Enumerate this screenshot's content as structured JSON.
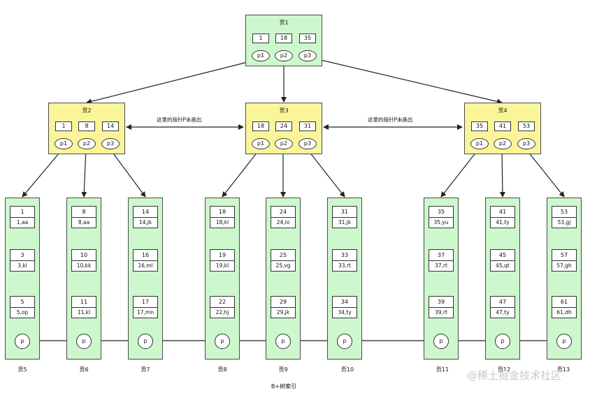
{
  "root": {
    "title": "页1",
    "keys": [
      "1",
      "18",
      "35"
    ],
    "pointers": [
      "p1",
      "p2",
      "p3"
    ]
  },
  "internals": [
    {
      "title": "页2",
      "keys": [
        "1",
        "8",
        "14"
      ],
      "pointers": [
        "p1",
        "p2",
        "p3"
      ]
    },
    {
      "title": "页3",
      "keys": [
        "18",
        "24",
        "31"
      ],
      "pointers": [
        "p1",
        "p2",
        "p3"
      ]
    },
    {
      "title": "页4",
      "keys": [
        "35",
        "41",
        "53"
      ],
      "pointers": [
        "p1",
        "p2",
        "p3"
      ]
    }
  ],
  "leaves": [
    {
      "label": "页5",
      "pointer": "p",
      "records": [
        {
          "key": "1",
          "value": "1,aa"
        },
        {
          "key": "3",
          "value": "3,kl"
        },
        {
          "key": "5",
          "value": "5,op"
        }
      ]
    },
    {
      "label": "页6",
      "pointer": "p",
      "records": [
        {
          "key": "8",
          "value": "8,aa"
        },
        {
          "key": "10",
          "value": "10,kk"
        },
        {
          "key": "11",
          "value": "11,kl"
        }
      ]
    },
    {
      "label": "页7",
      "pointer": "p",
      "records": [
        {
          "key": "14",
          "value": "14,jk"
        },
        {
          "key": "16",
          "value": "16,ml"
        },
        {
          "key": "17",
          "value": "17,mn"
        }
      ]
    },
    {
      "label": "页8",
      "pointer": "p",
      "records": [
        {
          "key": "18",
          "value": "18,kl"
        },
        {
          "key": "19",
          "value": "19,kl"
        },
        {
          "key": "22",
          "value": "22,hj"
        }
      ]
    },
    {
      "label": "页9",
      "pointer": "p",
      "records": [
        {
          "key": "24",
          "value": "24,io"
        },
        {
          "key": "25",
          "value": "25,vg"
        },
        {
          "key": "29",
          "value": "29,jk"
        }
      ]
    },
    {
      "label": "页10",
      "pointer": "p",
      "records": [
        {
          "key": "31",
          "value": "31,jk"
        },
        {
          "key": "33",
          "value": "33,rt"
        },
        {
          "key": "34",
          "value": "34,ty"
        }
      ]
    },
    {
      "label": "页11",
      "pointer": "p",
      "records": [
        {
          "key": "35",
          "value": "35,yu"
        },
        {
          "key": "37",
          "value": "37,rt"
        },
        {
          "key": "39",
          "value": "39,rt"
        }
      ]
    },
    {
      "label": "页12",
      "pointer": "p",
      "records": [
        {
          "key": "41",
          "value": "41,ty"
        },
        {
          "key": "45",
          "value": "45,qt"
        },
        {
          "key": "47",
          "value": "47,ty"
        }
      ]
    },
    {
      "label": "页13",
      "pointer": "p",
      "records": [
        {
          "key": "53",
          "value": "53,gj"
        },
        {
          "key": "57",
          "value": "57,gh"
        },
        {
          "key": "61",
          "value": "61,dh"
        }
      ]
    }
  ],
  "notes": [
    "这里的指针P未画出",
    "这里的指针P未画出"
  ],
  "caption": "B+树索引",
  "watermark": "@稀土掘金技术社区",
  "colors": {
    "root_fill": "#cdf7cd",
    "internal_fill": "#fbf59a",
    "leaf_fill": "#cdf7cd",
    "line": "#222222"
  }
}
